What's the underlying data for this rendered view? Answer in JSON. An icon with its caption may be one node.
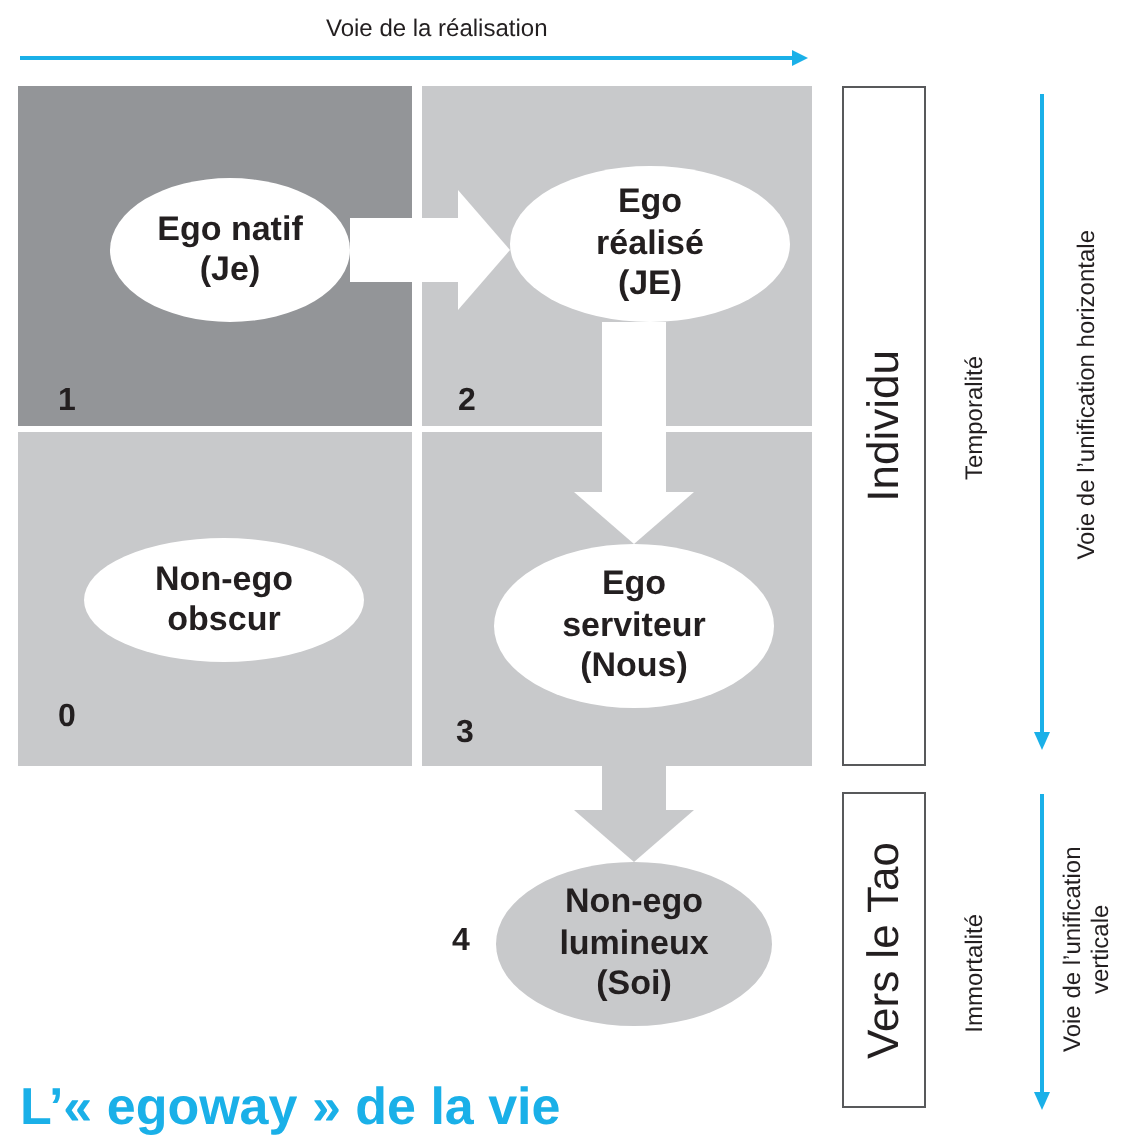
{
  "diagram": {
    "title": "L’« egoway » de la vie",
    "nodes": [
      {
        "text": [
          "1"
        ]
      },
      {
        "text": [
          "Ego natif (Je)"
        ],
        "in": 0
      },
      {
        "text": [
          "2"
        ]
      },
      {
        "text": [
          "Ego réalisé (JE)"
        ],
        "in": 2
      },
      {
        "text": [
          "0"
        ]
      },
      {
        "text": [
          "Non-ego obscur"
        ],
        "in": 4
      },
      {
        "text": [
          "3"
        ]
      },
      {
        "text": [
          "Ego serviteur (Nous)"
        ],
        "in": 6
      },
      {
        "text": [
          "Non-ego lumineux (Soi)"
        ],
        "beside": [
          "4"
        ]
      },
      {
        "text": [
          "Individu"
        ]
      },
      {
        "text": [
          "Vers le Tao"
        ]
      }
    ],
    "edges": [
      {
        "from": 1,
        "to": 3,
        "arrow": "to"
      },
      {
        "from": 3,
        "to": 7,
        "arrow": "to"
      },
      {
        "from": 7,
        "to": 8,
        "arrow": "to",
        "color": "#c8c9cb"
      }
    ],
    "labels": [
      "Voie de la réalisation",
      "Temporalité",
      "Voie de l’unification horizontale",
      "Immortalité",
      "Voie de l’unification verticale"
    ]
  }
}
